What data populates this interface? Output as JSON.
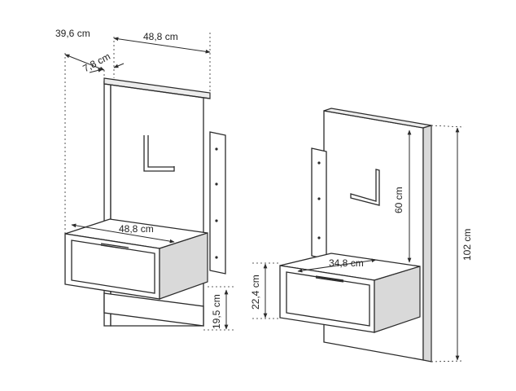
{
  "left_unit": {
    "depth_total": "39,6 cm",
    "width_top": "48,8 cm",
    "shelf_depth": "7,8 cm",
    "drawer_width": "48,8 cm",
    "drawer_height": "19,5 cm"
  },
  "right_unit": {
    "panel_height": "60 cm",
    "total_height": "102 cm",
    "drawer_width": "34,8 cm",
    "drawer_height": "22,4 cm"
  }
}
